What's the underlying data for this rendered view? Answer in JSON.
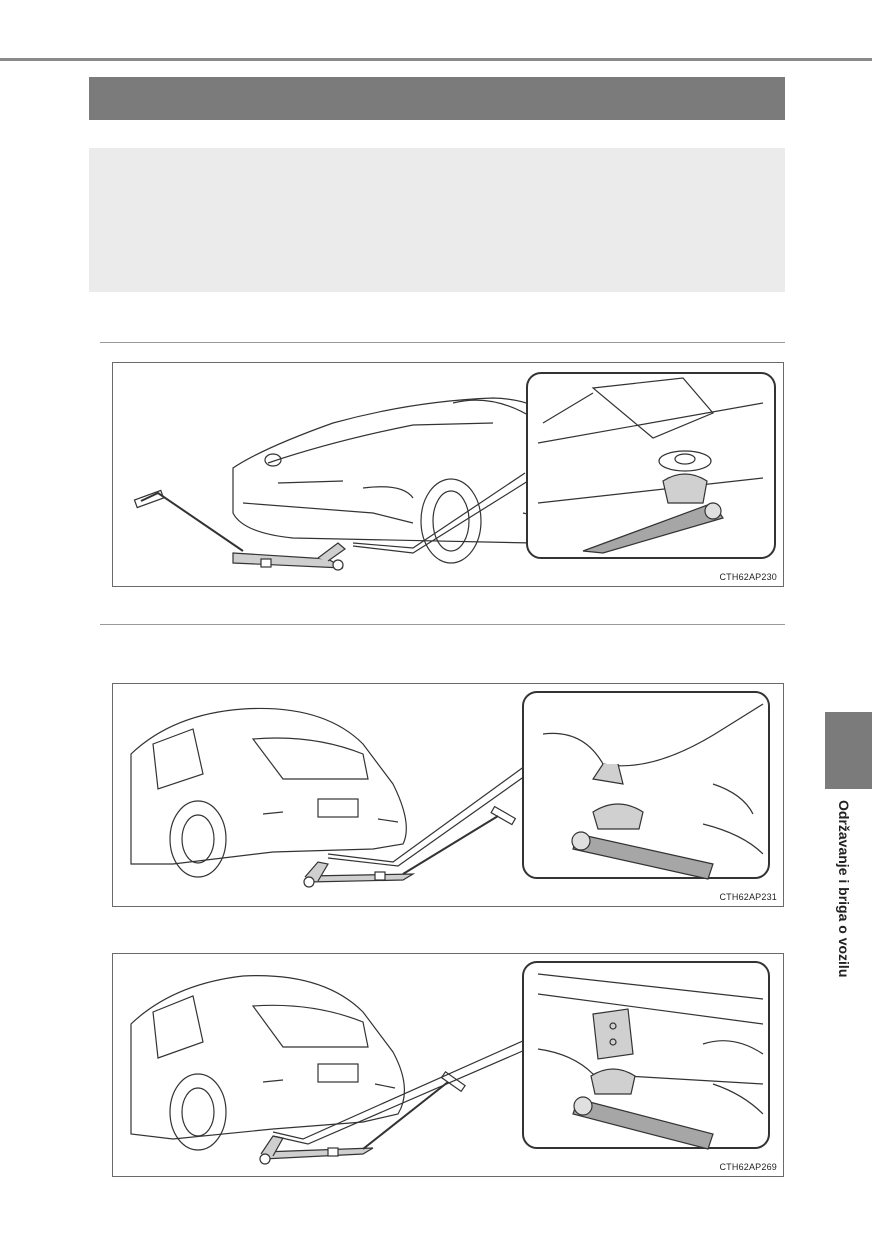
{
  "side_tab": {
    "label": "Održavanje i briga o vozilu"
  },
  "figures": [
    {
      "code": "CTH62AP230"
    },
    {
      "code": "CTH62AP231"
    },
    {
      "code": "CTH62AP269"
    }
  ]
}
